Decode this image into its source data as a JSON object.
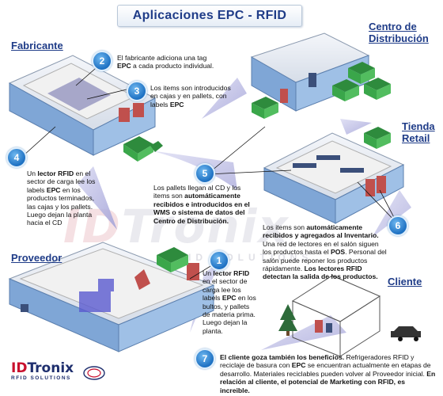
{
  "title": "Aplicaciones EPC - RFID",
  "sections": {
    "fabricante": "Fabricante",
    "centro": [
      "Centro de",
      "Distribución"
    ],
    "tienda": [
      "Tienda",
      "Retail"
    ],
    "proveedor": "Proveedor",
    "cliente": "Cliente"
  },
  "steps": [
    {
      "number": "1",
      "lines": [
        [
          {
            "t": "Un "
          },
          {
            "b": "lector RFID"
          }
        ],
        [
          {
            "t": "en el sector de"
          }
        ],
        [
          {
            "t": "carga lee los"
          }
        ],
        [
          {
            "t": "labels "
          },
          {
            "b": "EPC"
          },
          {
            "t": " en los"
          }
        ],
        [
          {
            "t": "bultos, y pallets"
          }
        ],
        [
          {
            "t": "de materia prima."
          }
        ],
        [
          {
            "t": "Luego dejan la"
          }
        ],
        [
          {
            "t": "planta."
          }
        ]
      ]
    },
    {
      "number": "2",
      "lines": [
        [
          {
            "t": "El fabricante adiciona una tag"
          }
        ],
        [
          {
            "b": "EPC"
          },
          {
            "t": " a cada producto individual."
          }
        ]
      ]
    },
    {
      "number": "3",
      "lines": [
        [
          {
            "t": "Los items son introducidos"
          }
        ],
        [
          {
            "t": "en cajas y en pallets, con"
          }
        ],
        [
          {
            "t": "labels "
          },
          {
            "b": "EPC"
          }
        ]
      ]
    },
    {
      "number": "4",
      "lines": [
        [
          {
            "t": "Un "
          },
          {
            "b": "lector RFID"
          },
          {
            "t": " en el"
          }
        ],
        [
          {
            "t": "sector de carga lee los"
          }
        ],
        [
          {
            "t": "labels "
          },
          {
            "b": "EPC"
          },
          {
            "t": " en los"
          }
        ],
        [
          {
            "t": "productos terminados,"
          }
        ],
        [
          {
            "t": "las cajas y los pallets."
          }
        ],
        [
          {
            "t": "Luego dejan la planta"
          }
        ],
        [
          {
            "t": "hacia el CD"
          }
        ]
      ]
    },
    {
      "number": "5",
      "lines": [
        [
          {
            "t": "Los pallets llegan al CD y los"
          }
        ],
        [
          {
            "t": "items son "
          },
          {
            "b": "automáticamente"
          }
        ],
        [
          {
            "b": "recibidos e introducidos en el"
          }
        ],
        [
          {
            "b": "WMS o sistema de datos del"
          }
        ],
        [
          {
            "b": "Centro de Distribución."
          }
        ]
      ]
    },
    {
      "number": "6",
      "lines": [
        [
          {
            "t": "Los items son "
          },
          {
            "b": "automáticamente"
          }
        ],
        [
          {
            "b": "recibidos y agregados al Inventario."
          }
        ],
        [
          {
            "t": "Una red de lectores en el salón siguen"
          }
        ],
        [
          {
            "t": "los productos hasta el "
          },
          {
            "b": "POS"
          },
          {
            "t": ". Personal del"
          }
        ],
        [
          {
            "t": "salón puede reponer los productos"
          }
        ],
        [
          {
            "t": "rápidamente. "
          },
          {
            "b": "Los lectores RFID"
          }
        ],
        [
          {
            "b": "detectan la salida de los productos."
          }
        ]
      ]
    },
    {
      "number": "7",
      "lines": [
        [
          {
            "b": "El cliente goza también los beneficios."
          },
          {
            "t": " Refrigeradores RFID y"
          }
        ],
        [
          {
            "t": "reciclaje de basura con "
          },
          {
            "b": "EPC"
          },
          {
            "t": " se encuentran actualmente en etapas de"
          }
        ],
        [
          {
            "t": "desarrollo. Materiales reciclables pueden volver al Proveedor inicial. "
          },
          {
            "b": "En"
          }
        ],
        [
          {
            "b": "relación al cliente, el potencial de Marketing con RFID, es increible."
          }
        ]
      ]
    }
  ],
  "logo": {
    "id": "ID",
    "rest": "Tronix",
    "sub": "RFID SOLUTIONS"
  },
  "watermark": {
    "id": "ID",
    "rest": "Tronix",
    "sub": "RFID SOLUTIONS"
  },
  "colors": {
    "title": "#1f3c88",
    "badge": "#1d70c2",
    "arrow": "#b8b8e0",
    "door": "#c0504d",
    "truck": "#3aa64a",
    "building": "#8fb4dd"
  }
}
